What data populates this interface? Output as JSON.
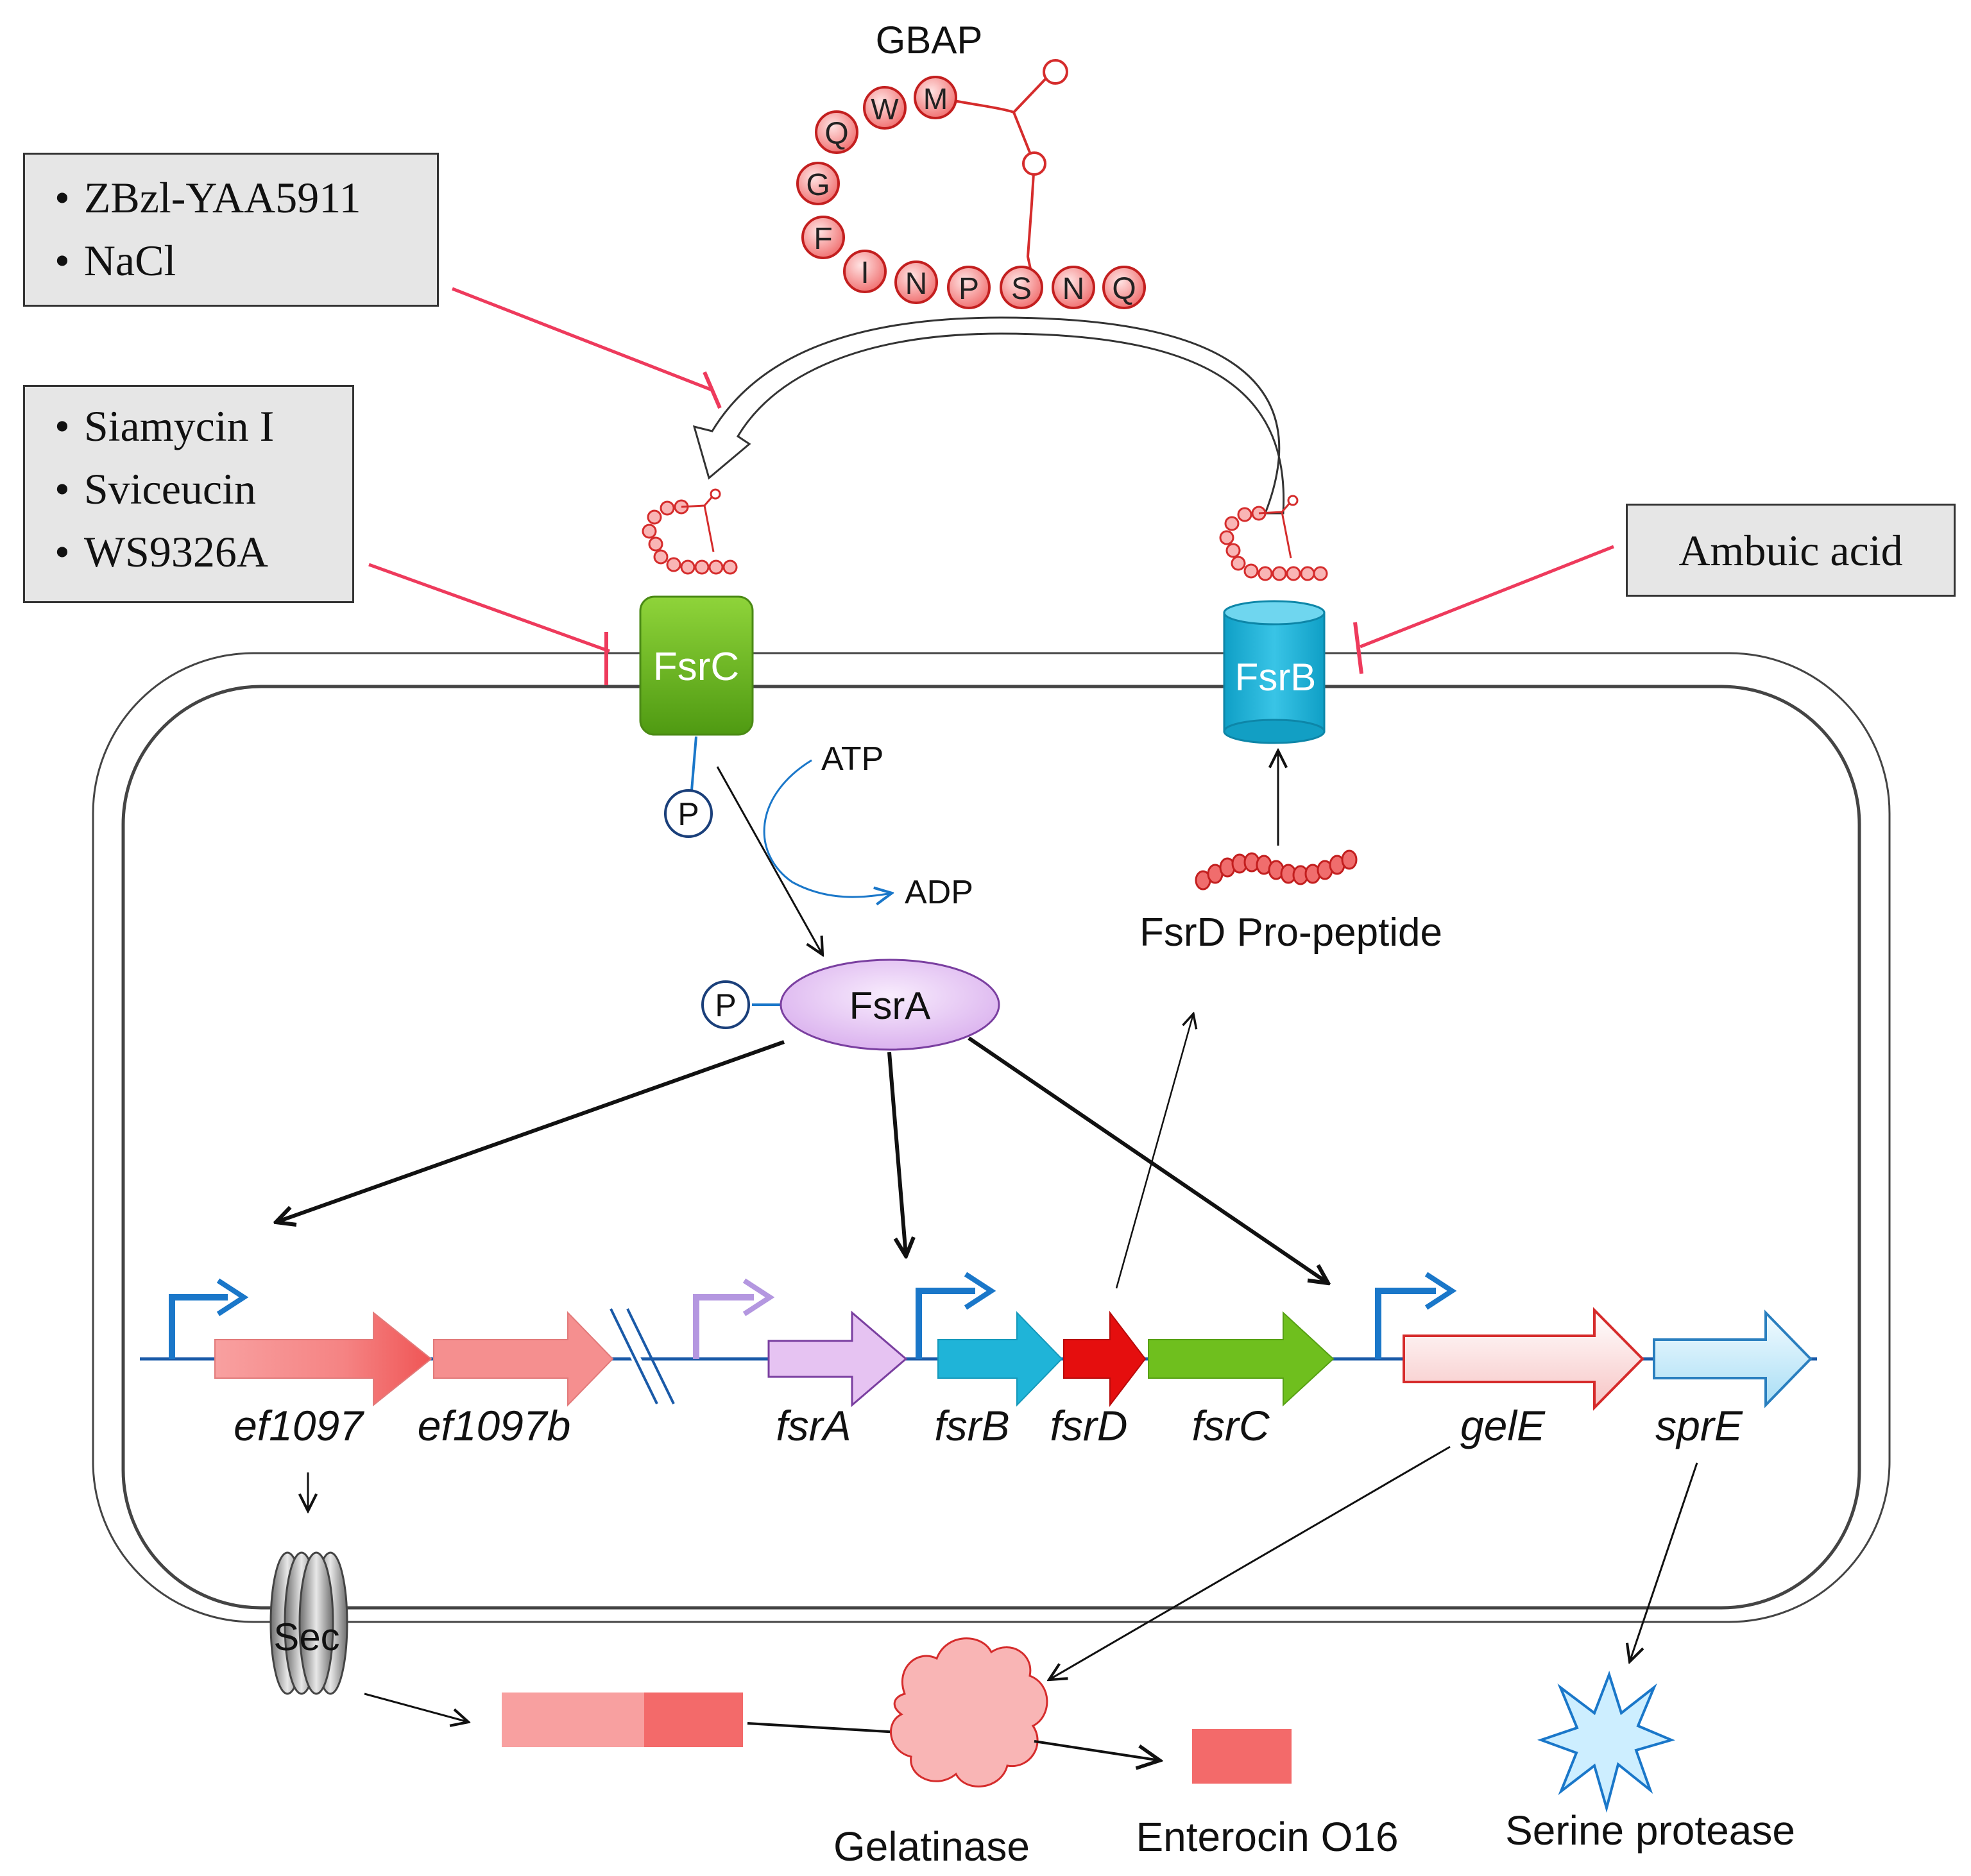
{
  "peptide": {
    "title": "GBAP",
    "residues": [
      "Q",
      "W",
      "M",
      "G",
      "F",
      "I",
      "N",
      "P",
      "S",
      "N",
      "Q"
    ]
  },
  "inhibitor_boxes": {
    "gbap_blockers": [
      "ZBzl-YAA5911",
      "NaCl"
    ],
    "fsrc_blockers": [
      "Siamycin I",
      "Sviceucin",
      "WS9326A"
    ],
    "fsrb_blocker": "Ambuic acid"
  },
  "membrane_proteins": {
    "fsrc": "FsrC",
    "fsrb": "FsrB"
  },
  "phosphorylation": {
    "phospho_symbol": "P",
    "atp": "ATP",
    "adp": "ADP",
    "regulator": "FsrA"
  },
  "propeptide_label": "FsrD Pro-peptide",
  "genes": {
    "ef1097": "ef1097",
    "ef1097b": "ef1097b",
    "fsrA": "fsrA",
    "fsrB": "fsrB",
    "fsrD": "fsrD",
    "fsrC": "fsrC",
    "gelE": "gelE",
    "sprE": "sprE"
  },
  "secretion_channel": "Sec",
  "products": {
    "gelatinase": "Gelatinase",
    "enterocin": "Enterocin O16",
    "serine_protease": "Serine protease"
  },
  "colors": {
    "inhibition": "#ee3a5c",
    "fsrC": "#6fbf1e",
    "fsrB": "#1fb4d8",
    "fsrA": "#e6c3f2",
    "fsrD": "#e50e0e",
    "ef1097": "#f58f8f",
    "promoter": "#1a77c9",
    "dna": "#1a5aa8"
  }
}
